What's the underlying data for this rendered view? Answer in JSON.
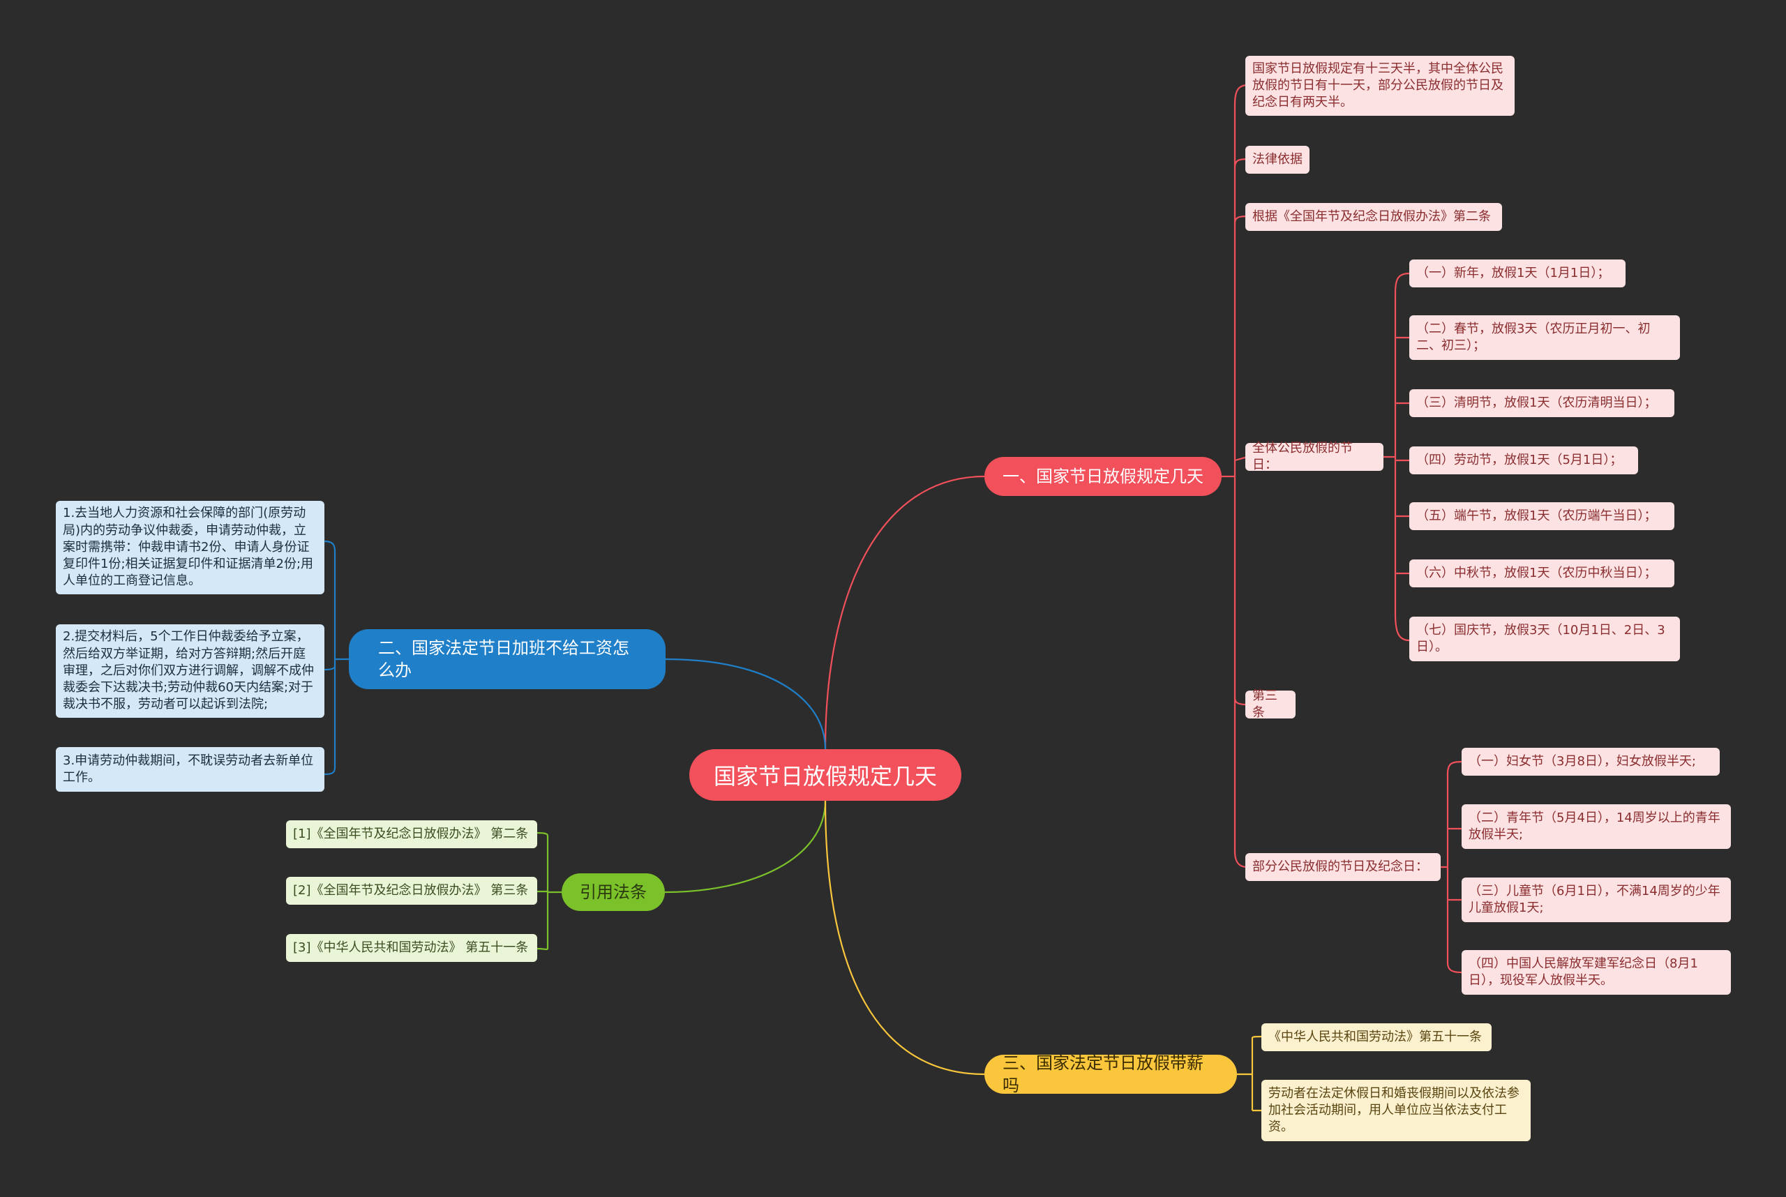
{
  "root": {
    "label": "国家节日放假规定几天"
  },
  "branch1": {
    "label": "一、国家节日放假规定几天",
    "intro": "国家节日放假规定有十三天半，其中全体公民放假的节日有十一天，部分公民放假的节日及纪念日有两天半。",
    "legal_basis": "法律依据",
    "article2_ref": "根据《全国年节及纪念日放假办法》第二条",
    "all_citizens_label": "全体公民放假的节日：",
    "all_citizens_items": [
      "（一）新年，放假1天（1月1日）；",
      "（二）春节，放假3天（农历正月初一、初二、初三）；",
      "（三）清明节，放假1天（农历清明当日）；",
      "（四）劳动节，放假1天（5月1日）；",
      "（五）端午节，放假1天（农历端午当日）；",
      "（六）中秋节，放假1天（农历中秋当日）；",
      "（七）国庆节，放假3天（10月1日、2日、3日）。"
    ],
    "article3_label": "第三条",
    "partial_label": "部分公民放假的节日及纪念日：",
    "partial_items": [
      "（一）妇女节（3月8日），妇女放假半天;",
      "（二）青年节（5月4日），14周岁以上的青年放假半天;",
      "（三）儿童节（6月1日），不满14周岁的少年儿童放假1天;",
      "（四）中国人民解放军建军纪念日（8月1日），现役军人放假半天。"
    ]
  },
  "branch2": {
    "label": "二、国家法定节日加班不给工资怎么办",
    "items": [
      "1.去当地人力资源和社会保障的部门(原劳动局)内的劳动争议仲裁委，申请劳动仲裁，立案时需携带：仲裁申请书2份、申请人身份证复印件1份;相关证据复印件和证据清单2份;用人单位的工商登记信息。",
      "2.提交材料后，5个工作日仲裁委给予立案，然后给双方举证期，给对方答辩期;然后开庭审理，之后对你们双方进行调解，调解不成仲裁委会下达裁决书;劳动仲裁60天内结案;对于裁决书不服，劳动者可以起诉到法院;",
      "3.申请劳动仲裁期间，不耽误劳动者去新单位工作。"
    ]
  },
  "branch3": {
    "label": "引用法条",
    "items": [
      "[1]《全国年节及纪念日放假办法》 第二条",
      "[2]《全国年节及纪念日放假办法》 第三条",
      "[3]《中华人民共和国劳动法》 第五十一条"
    ]
  },
  "branch4": {
    "label": "三、国家法定节日放假带薪吗",
    "items": [
      "《中华人民共和国劳动法》第五十一条",
      "劳动者在法定休假日和婚丧假期间以及依法参加社会活动期间，用人单位应当依法支付工资。"
    ]
  },
  "colors": {
    "background": "#2c2c2c",
    "red": "#f2505a",
    "blue": "#1f7fc8",
    "green": "#7bc12a",
    "yellow": "#f9c63c"
  }
}
